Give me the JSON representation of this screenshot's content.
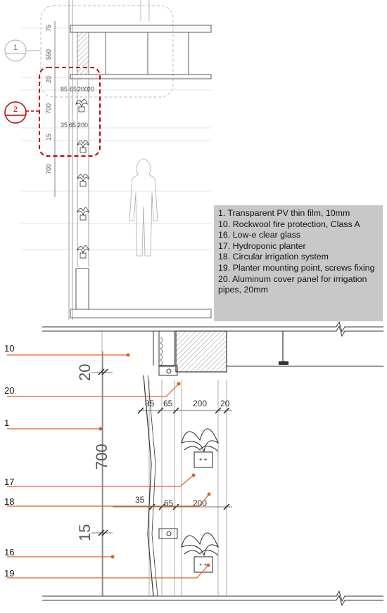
{
  "callouts": [
    {
      "id": "callout-1",
      "label": "1"
    },
    {
      "id": "callout-2",
      "label": "2"
    }
  ],
  "top_dims": [
    "75",
    "550",
    "20",
    "85",
    "65",
    "200",
    "20",
    "20",
    "700",
    "15",
    "35",
    "65",
    "200",
    "700"
  ],
  "legend": [
    "1.  Transparent PV thin film, 10mm",
    "10. Rockwool fire protection, Class A",
    "16. Low-e clear glass",
    "17. Hydroponic planter",
    "18. Circular irrigation system",
    "19.  Planter mounting point, screws fixing",
    "20. Aluminum cover panel for irrigation pipes, 20mm"
  ],
  "detail_labels": [
    "10",
    "20",
    "1",
    "17",
    "18",
    "16",
    "19"
  ],
  "detail_dims": {
    "d20": "20",
    "d700": "700",
    "d15": "15",
    "d85": "85",
    "d65a": "65",
    "d200a": "200",
    "d20b": "20",
    "d35": "35",
    "d65b": "65",
    "d200b": "200"
  },
  "colors": {
    "callout_red": "#c00000",
    "leader_orange": "#e06020",
    "legend_bg": "#c8c8c8"
  }
}
